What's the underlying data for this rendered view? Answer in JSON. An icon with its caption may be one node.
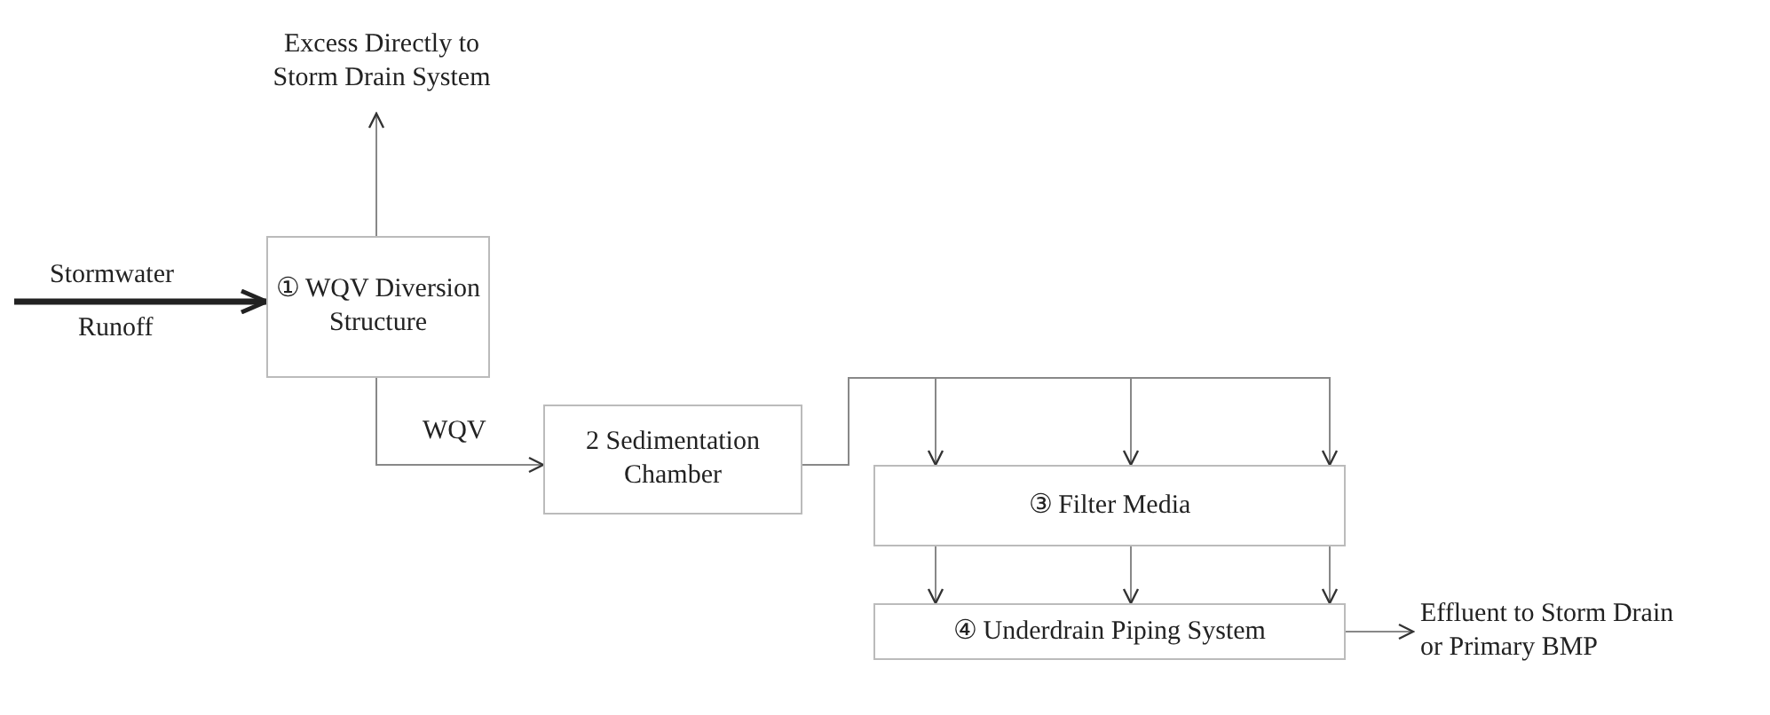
{
  "diagram": {
    "nodes": [
      {
        "text": [
          "Excess Directly to Storm Drain System"
        ]
      },
      {
        "text": [
          "① WQV Diversion Structure"
        ]
      },
      {
        "text": [
          "2 Sedimentation Chamber"
        ]
      },
      {
        "text": [
          "③ Filter Media"
        ]
      },
      {
        "text": [
          "④ Underdrain Piping System"
        ]
      },
      {
        "text": [
          "Effluent to Storm Drain or Primary BMP"
        ]
      }
    ],
    "edges": [
      {
        "from": null,
        "to": 1,
        "arrow": "to",
        "style": "thick",
        "color": "#222222"
      },
      {
        "from": 1,
        "to": 0,
        "arrow": "to"
      },
      {
        "from": 1,
        "to": 2,
        "arrow": "to",
        "label": "WQV"
      },
      {
        "from": 2,
        "to": 3,
        "arrow": "to"
      },
      {
        "from": 2,
        "to": 3,
        "arrow": "to"
      },
      {
        "from": 2,
        "to": 3,
        "arrow": "to"
      },
      {
        "from": 3,
        "to": 4,
        "arrow": "to"
      },
      {
        "from": 3,
        "to": 4,
        "arrow": "to"
      },
      {
        "from": 3,
        "to": 4,
        "arrow": "to"
      },
      {
        "from": 4,
        "to": 5,
        "arrow": "to"
      }
    ],
    "labels": [
      "Stormwater",
      "Runoff"
    ]
  }
}
